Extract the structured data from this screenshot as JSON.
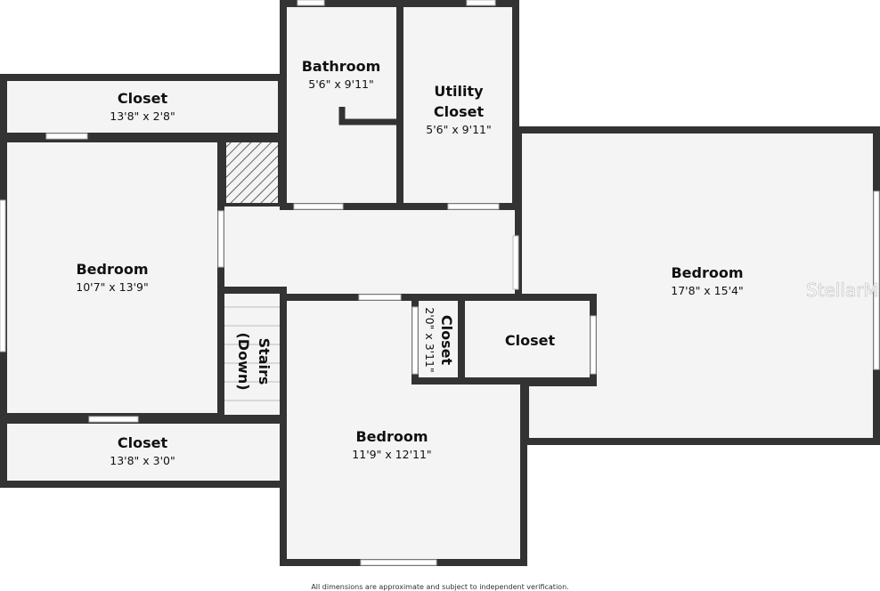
{
  "rooms": {
    "bathroom": {
      "name": "Bathroom",
      "dims": "5'6\" x 9'11\""
    },
    "utility_closet": {
      "name_line1": "Utility",
      "name_line2": "Closet",
      "dims": "5'6\" x 9'11\""
    },
    "closet_top_left": {
      "name": "Closet",
      "dims": "13'8\" x 2'8\""
    },
    "bedroom_left": {
      "name": "Bedroom",
      "dims": "10'7\" x 13'9\""
    },
    "bedroom_right": {
      "name": "Bedroom",
      "dims": "17'8\" x 15'4\""
    },
    "stairs": {
      "name_line1": "Stairs",
      "name_line2": "(Down)"
    },
    "closet_small": {
      "name": "Closet",
      "dims": "2'0\" x 3'11\""
    },
    "closet_right": {
      "name": "Closet"
    },
    "closet_bottom_left": {
      "name": "Closet",
      "dims": "13'8\" x 3'0\""
    },
    "bedroom_bottom": {
      "name": "Bedroom",
      "dims": "11'9\" x 12'11\""
    }
  },
  "watermark": "StellarM",
  "footer": "All dimensions are approximate and subject to independent verification."
}
